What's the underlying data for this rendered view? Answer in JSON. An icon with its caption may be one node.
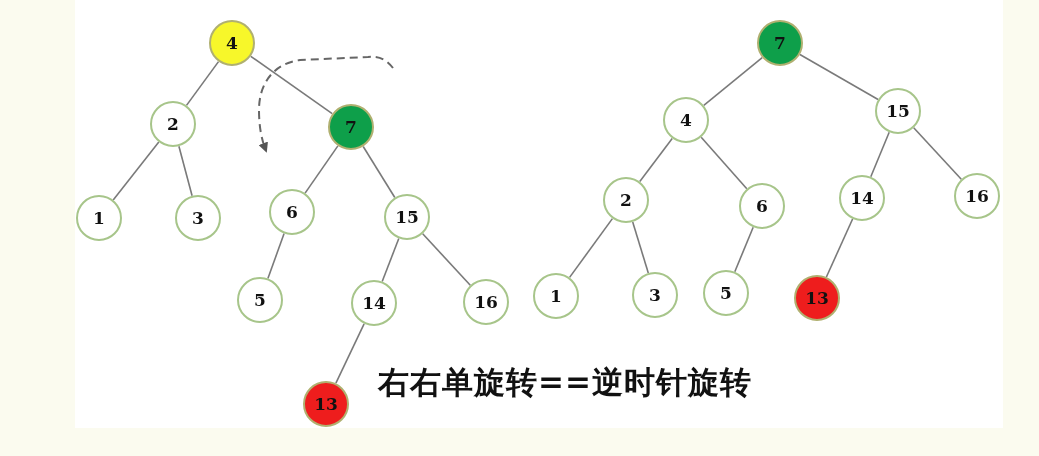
{
  "diagram": {
    "caption": "右右单旋转==逆时针旋转",
    "nodes": [
      {
        "text": [
          "4"
        ]
      },
      {
        "text": [
          "2"
        ]
      },
      {
        "text": [
          "7"
        ]
      },
      {
        "text": [
          "1"
        ]
      },
      {
        "text": [
          "3"
        ]
      },
      {
        "text": [
          "6"
        ]
      },
      {
        "text": [
          "15"
        ]
      },
      {
        "text": [
          "5"
        ]
      },
      {
        "text": [
          "14"
        ]
      },
      {
        "text": [
          "16"
        ]
      },
      {
        "text": [
          "13"
        ]
      },
      {
        "text": [
          "7"
        ]
      },
      {
        "text": [
          "4"
        ]
      },
      {
        "text": [
          "15"
        ]
      },
      {
        "text": [
          "2"
        ]
      },
      {
        "text": [
          "6"
        ]
      },
      {
        "text": [
          "14"
        ]
      },
      {
        "text": [
          "16"
        ]
      },
      {
        "text": [
          "1"
        ]
      },
      {
        "text": [
          "3"
        ]
      },
      {
        "text": [
          "5"
        ]
      },
      {
        "text": [
          "13"
        ]
      }
    ],
    "edges": [
      {
        "from": 0,
        "to": 1,
        "arrow": "none"
      },
      {
        "from": 0,
        "to": 2,
        "arrow": "none"
      },
      {
        "from": 1,
        "to": 3,
        "arrow": "none"
      },
      {
        "from": 1,
        "to": 4,
        "arrow": "none"
      },
      {
        "from": 2,
        "to": 5,
        "arrow": "none"
      },
      {
        "from": 2,
        "to": 6,
        "arrow": "none"
      },
      {
        "from": 5,
        "to": 7,
        "arrow": "none"
      },
      {
        "from": 6,
        "to": 8,
        "arrow": "none"
      },
      {
        "from": 6,
        "to": 9,
        "arrow": "none"
      },
      {
        "from": 8,
        "to": 10,
        "arrow": "none"
      },
      {
        "from": 11,
        "to": 12,
        "arrow": "none"
      },
      {
        "from": 11,
        "to": 13,
        "arrow": "none"
      },
      {
        "from": 12,
        "to": 14,
        "arrow": "none"
      },
      {
        "from": 12,
        "to": 15,
        "arrow": "none"
      },
      {
        "from": 13,
        "to": 16,
        "arrow": "none"
      },
      {
        "from": 13,
        "to": 17,
        "arrow": "none"
      },
      {
        "from": 14,
        "to": 18,
        "arrow": "none"
      },
      {
        "from": 14,
        "to": 19,
        "arrow": "none"
      },
      {
        "from": 15,
        "to": 20,
        "arrow": "none"
      },
      {
        "from": 16,
        "to": 21,
        "arrow": "none"
      }
    ]
  }
}
